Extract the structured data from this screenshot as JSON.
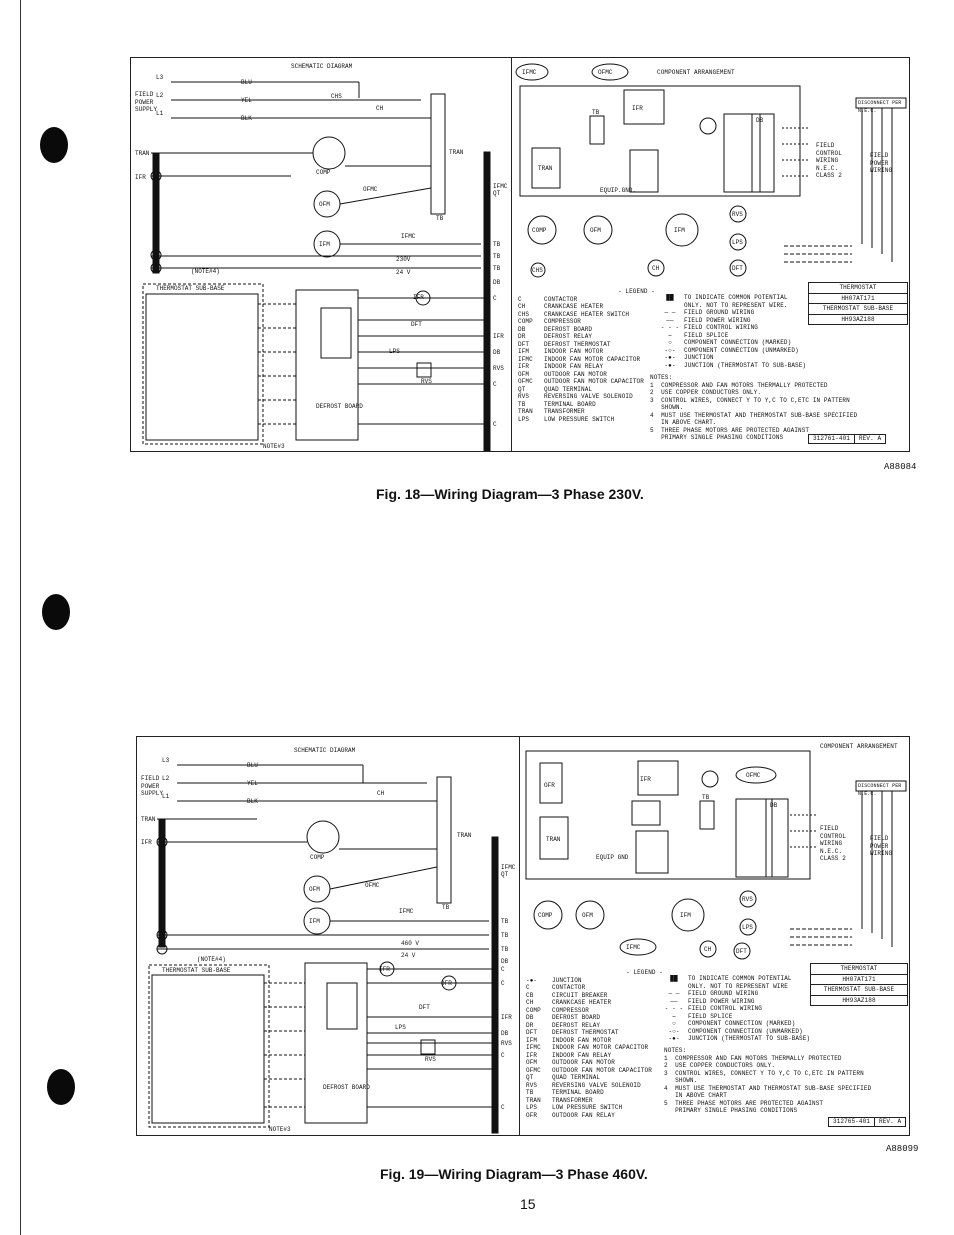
{
  "page_number": "15",
  "figures": [
    {
      "id": "fig18",
      "schematic_title": "SCHEMATIC DIAGRAM",
      "component_title": "COMPONENT ARRANGEMENT",
      "caption": "Fig. 18—Wiring Diagram—3 Phase 230V.",
      "ref": "A88084",
      "doc_number": "312761-401",
      "revision": "REV. A",
      "legend_title": "- LEGEND -",
      "legend": [
        {
          "abbr": "C",
          "desc": "CONTACTOR"
        },
        {
          "abbr": "CH",
          "desc": "CRANKCASE HEATER"
        },
        {
          "abbr": "CHS",
          "desc": "CRANKCASE HEATER SWITCH"
        },
        {
          "abbr": "COMP",
          "desc": "COMPRESSOR"
        },
        {
          "abbr": "DB",
          "desc": "DEFROST BOARD"
        },
        {
          "abbr": "DR",
          "desc": "DEFROST RELAY"
        },
        {
          "abbr": "DFT",
          "desc": "DEFROST THERMOSTAT"
        },
        {
          "abbr": "IFM",
          "desc": "INDOOR FAN MOTOR"
        },
        {
          "abbr": "IFMC",
          "desc": "INDOOR FAN MOTOR CAPACITOR"
        },
        {
          "abbr": "IFR",
          "desc": "INDOOR FAN RELAY"
        },
        {
          "abbr": "OFM",
          "desc": "OUTDOOR FAN MOTOR"
        },
        {
          "abbr": "OFMC",
          "desc": "OUTDOOR FAN MOTOR CAPACITOR"
        },
        {
          "abbr": "QT",
          "desc": "QUAD TERMINAL"
        },
        {
          "abbr": "RVS",
          "desc": "REVERSING VALVE SOLENOID"
        },
        {
          "abbr": "TB",
          "desc": "TERMINAL BOARD"
        },
        {
          "abbr": "TRAN",
          "desc": "TRANSFORMER"
        },
        {
          "abbr": "LPS",
          "desc": "LOW PRESSURE SWITCH"
        }
      ],
      "symbols": [
        {
          "sym": "██",
          "desc": "TO INDICATE COMMON POTENTIAL"
        },
        {
          "sym": "",
          "desc": "ONLY. NOT TO REPRESENT WIRE."
        },
        {
          "sym": "— —",
          "desc": "FIELD GROUND WIRING"
        },
        {
          "sym": "——",
          "desc": "FIELD POWER WIRING"
        },
        {
          "sym": "- - -",
          "desc": "FIELD CONTROL WIRING"
        },
        {
          "sym": "⌢",
          "desc": "FIELD SPLICE"
        },
        {
          "sym": "○",
          "desc": "COMPONENT CONNECTION (MARKED)"
        },
        {
          "sym": "-○-",
          "desc": "COMPONENT CONNECTION (UNMARKED)"
        },
        {
          "sym": "-●-",
          "desc": "JUNCTION"
        },
        {
          "sym": "-●-",
          "desc": "JUNCTION (THERMOSTAT TO SUB-BASE)"
        }
      ],
      "notes_title": "NOTES:",
      "notes": [
        "1  COMPRESSOR AND FAN MOTORS THERMALLY PROTECTED",
        "2  USE COPPER CONDUCTORS ONLY.",
        "3  CONTROL WIRES, CONNECT Y TO Y,C TO C,ETC IN PATTERN",
        "   SHOWN.",
        "4  MUST USE THERMOSTAT AND THERMOSTAT SUB-BASE SPECIFIED",
        "   IN ABOVE CHART.",
        "5  THREE PHASE MOTORS ARE PROTECTED AGAINST",
        "   PRIMARY SINGLE PHASING CONDITIONS"
      ],
      "table": [
        "THERMOSTAT",
        "HH07AT171",
        "THERMOSTAT SUB-BASE",
        "HH93AZ188"
      ],
      "supply_label": "FIELD POWER SUPPLY",
      "field_label": "FIELD CONTROL WIRING N.E.C. CLASS 2",
      "field_power": "FIELD POWER WIRING",
      "disconnect": "DISCONNECT PER N.E.C.",
      "subbase_label": "THERMOSTAT SUB-BASE",
      "defrost_label": "DEFROST BOARD",
      "voltage": "230V",
      "control_voltage": "24 V",
      "note_ref_a": "(NOTE#4)",
      "note_ref_b": "NOTE#3"
    },
    {
      "id": "fig19",
      "schematic_title": "SCHEMATIC DIAGRAM",
      "component_title": "COMPONENT ARRANGEMENT",
      "caption": "Fig. 19—Wiring Diagram—3 Phase 460V.",
      "ref": "A88099",
      "doc_number": "312765-401",
      "revision": "REV. A",
      "legend_title": "- LEGEND -",
      "legend": [
        {
          "abbr": "-●-",
          "desc": "JUNCTION"
        },
        {
          "abbr": "C",
          "desc": "CONTACTOR"
        },
        {
          "abbr": "CB",
          "desc": "CIRCUIT BREAKER"
        },
        {
          "abbr": "CH",
          "desc": "CRANKCASE HEATER"
        },
        {
          "abbr": "COMP",
          "desc": "COMPRESSOR"
        },
        {
          "abbr": "DB",
          "desc": "DEFROST BOARD"
        },
        {
          "abbr": "DR",
          "desc": "DEFROST RELAY"
        },
        {
          "abbr": "DFT",
          "desc": "DEFROST THERMOSTAT"
        },
        {
          "abbr": "IFM",
          "desc": "INDOOR FAN MOTOR"
        },
        {
          "abbr": "IFMC",
          "desc": "INDOOR FAN MOTOR CAPACITOR"
        },
        {
          "abbr": "IFR",
          "desc": "INDOOR FAN RELAY"
        },
        {
          "abbr": "OFM",
          "desc": "OUTDOOR FAN MOTOR"
        },
        {
          "abbr": "OFMC",
          "desc": "OUTDOOR FAN MOTOR CAPACITOR"
        },
        {
          "abbr": "QT",
          "desc": "QUAD TERMINAL"
        },
        {
          "abbr": "RVS",
          "desc": "REVERSING VALVE SOLENOID"
        },
        {
          "abbr": "TB",
          "desc": "TERMINAL BOARD"
        },
        {
          "abbr": "TRAN",
          "desc": "TRANSFORMER"
        },
        {
          "abbr": "LPS",
          "desc": "LOW PRESSURE SWITCH"
        },
        {
          "abbr": "OFR",
          "desc": "OUTDOOR FAN RELAY"
        }
      ],
      "symbols": [
        {
          "sym": "██",
          "desc": "TO INDICATE COMMON POTENTIAL"
        },
        {
          "sym": "",
          "desc": "ONLY. NOT TO REPRESENT WIRE"
        },
        {
          "sym": "— —",
          "desc": "FIELD GROUND WIRING"
        },
        {
          "sym": "——",
          "desc": "FIELD POWER WIRING"
        },
        {
          "sym": "- - -",
          "desc": "FIELD CONTROL WIRING"
        },
        {
          "sym": "⌢",
          "desc": "FIELD SPLICE"
        },
        {
          "sym": "○",
          "desc": "COMPONENT CONNECTION (MARKED)"
        },
        {
          "sym": "-○-",
          "desc": "COMPONENT CONNECTION (UNMARKED)"
        },
        {
          "sym": "-●-",
          "desc": "JUNCTION (THERMOSTAT TO SUB-BASE)"
        }
      ],
      "notes_title": "NOTES:",
      "notes": [
        "1  COMPRESSOR AND FAN MOTORS THERMALLY PROTECTED",
        "2  USE COPPER CONDUCTORS ONLY.",
        "3  CONTROL WIRES, CONNECT Y TO Y,C TO C,ETC IN PATTERN",
        "   SHOWN.",
        "4  MUST USE THERMOSTAT AND THERMOSTAT SUB-BASE SPECIFIED",
        "   IN ABOVE CHART",
        "5  THREE PHASE MOTORS ARE PROTECTED AGAINST",
        "   PRIMARY SINGLE PHASING CONDITIONS"
      ],
      "table": [
        "THERMOSTAT",
        "HH07AT171",
        "THERMOSTAT SUB-BASE",
        "HH93AZ188"
      ],
      "supply_label": "FIELD POWER SUPPLY",
      "field_label": "FIELD CONTROL WIRING N.E.C. CLASS 2",
      "field_power": "FIELD POWER WIRING",
      "disconnect": "DISCONNECT PER N.E.C.",
      "subbase_label": "THERMOSTAT SUB-BASE",
      "defrost_label": "DEFROST BOARD",
      "voltage": "460 V",
      "control_voltage": "24 V",
      "note_ref_a": "(NOTE#4)",
      "note_ref_b": "NOTE#3"
    }
  ]
}
